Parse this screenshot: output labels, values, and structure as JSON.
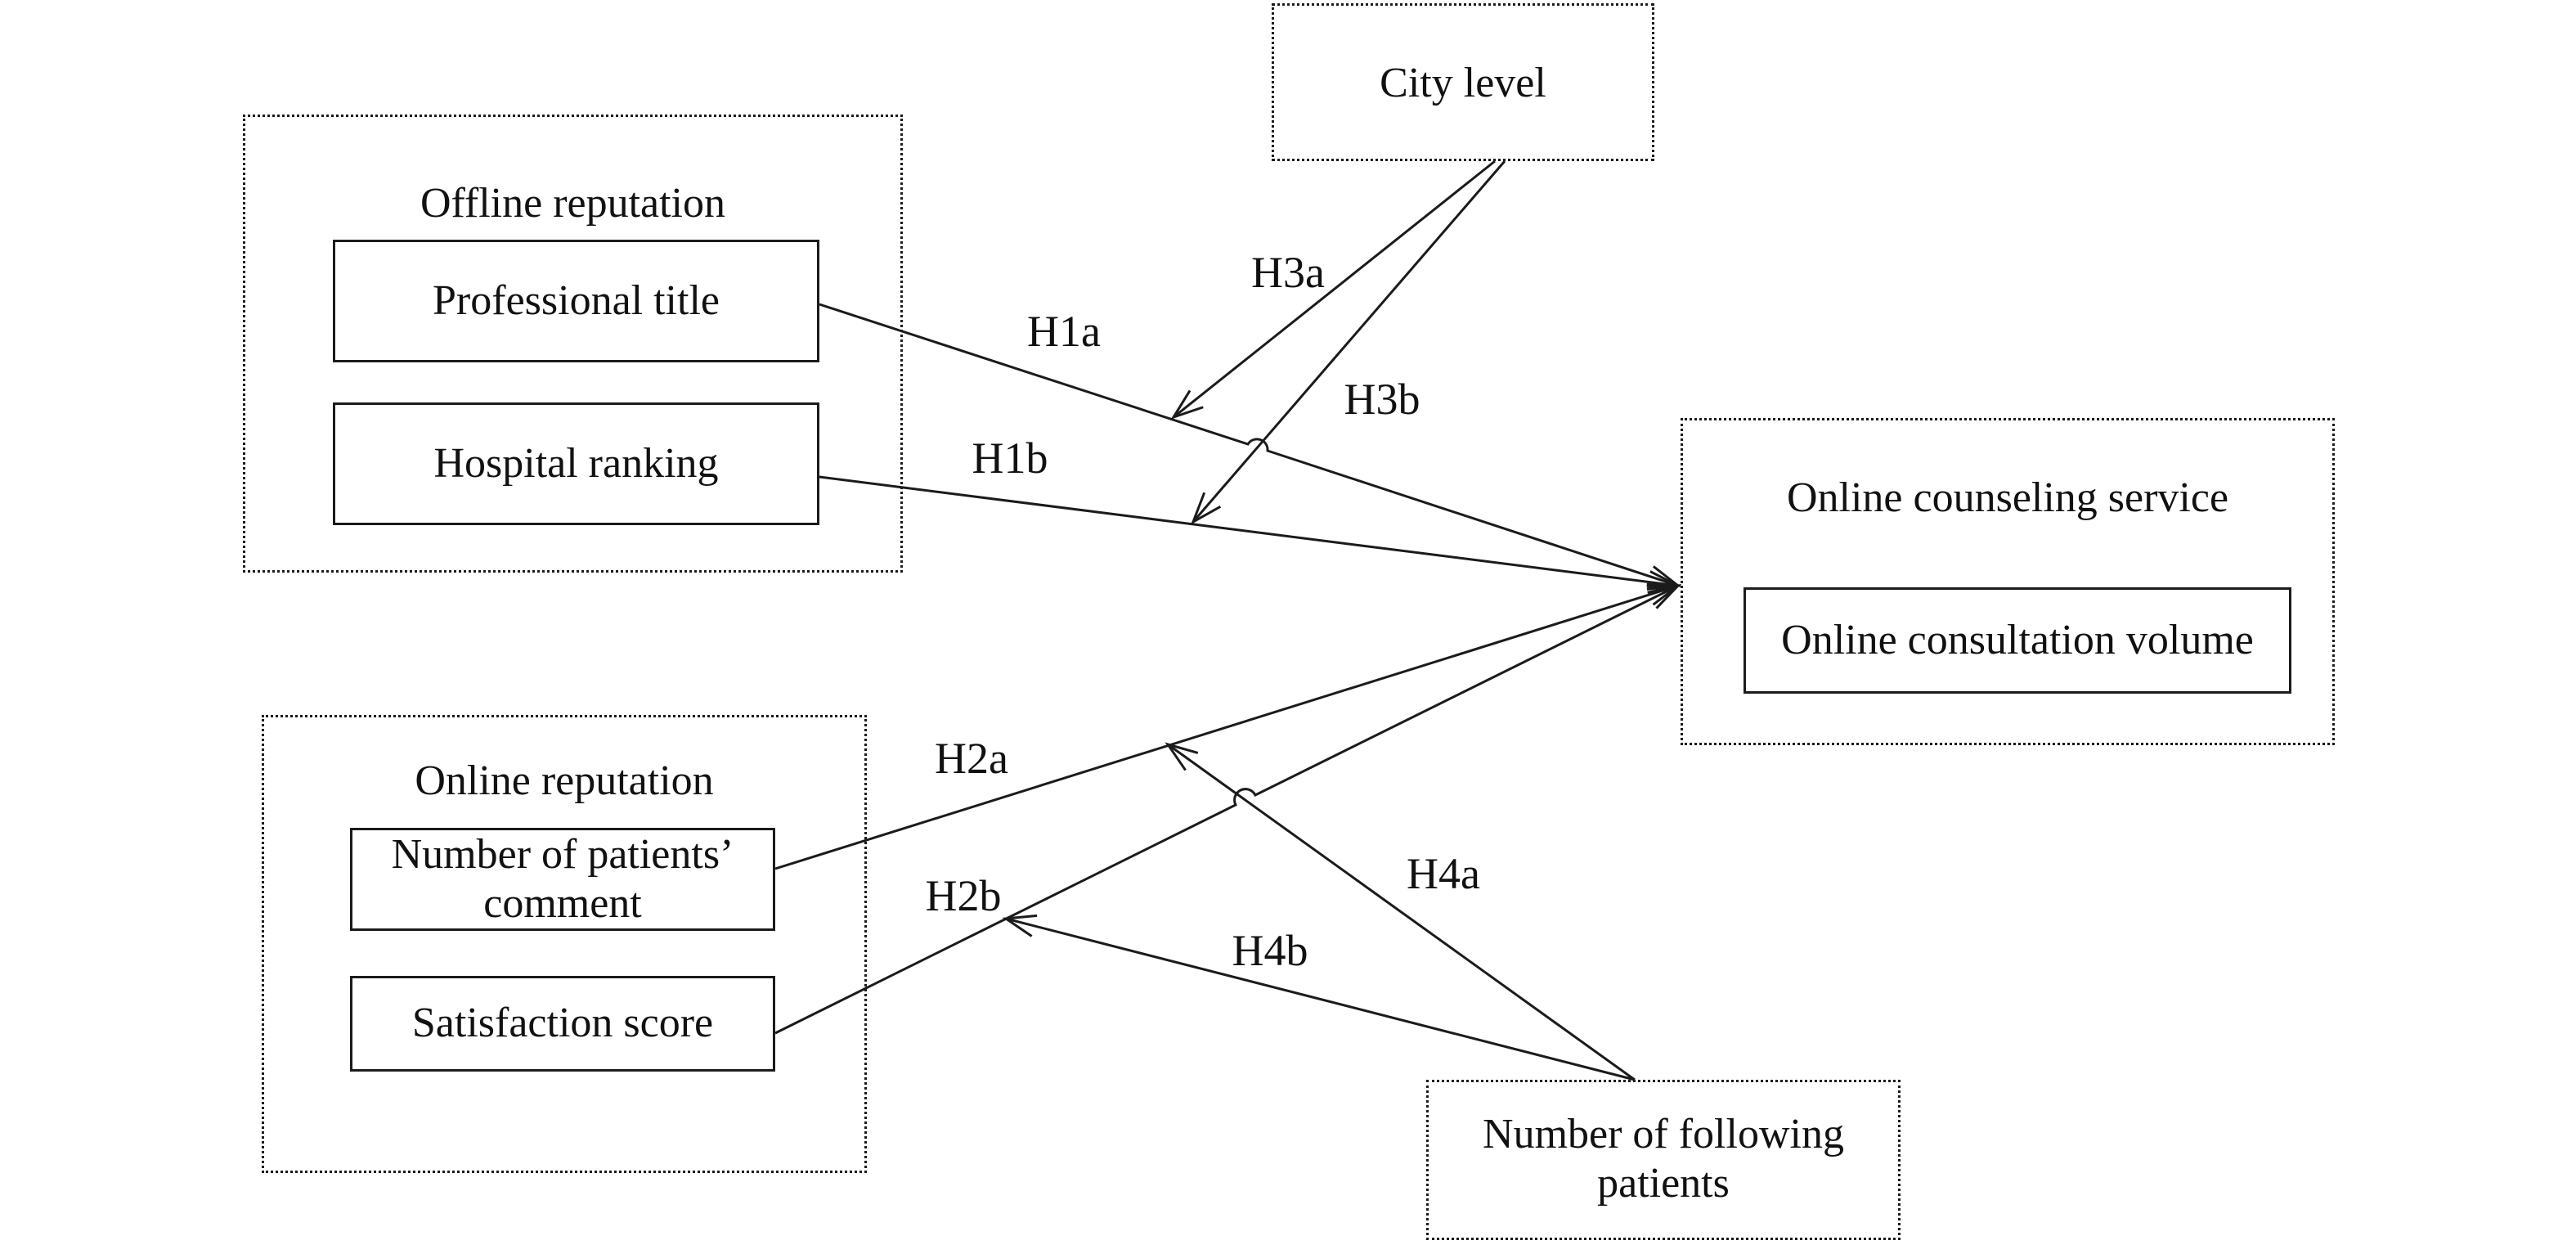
{
  "figure": {
    "type": "research-model-diagram",
    "background_color": "#ffffff",
    "line_color": "#1b1b1b"
  },
  "nodes": {
    "city_level": {
      "label": "City level"
    },
    "offline_reputation": {
      "label": "Offline reputation"
    },
    "professional_title": {
      "label": "Professional title"
    },
    "hospital_ranking": {
      "label": "Hospital ranking"
    },
    "online_reputation": {
      "label": "Online reputation"
    },
    "number_of_patients_comment": {
      "label": "Number of patients’ comment"
    },
    "satisfaction_score": {
      "label": "Satisfaction score"
    },
    "online_counseling_service": {
      "label": "Online counseling service"
    },
    "online_consultation_volume": {
      "label": "Online consultation volume"
    },
    "number_of_following_patients": {
      "label": "Number of following patients"
    }
  },
  "hypotheses": {
    "h1a": "H1a",
    "h1b": "H1b",
    "h2a": "H2a",
    "h2b": "H2b",
    "h3a": "H3a",
    "h3b": "H3b",
    "h4a": "H4a",
    "h4b": "H4b"
  },
  "edges": [
    {
      "label": "H1a",
      "from": "Professional title",
      "to": "Online counseling service"
    },
    {
      "label": "H1b",
      "from": "Hospital ranking",
      "to": "Online counseling service"
    },
    {
      "label": "H2a",
      "from": "Number of patients’ comment",
      "to": "Online counseling service"
    },
    {
      "label": "H2b",
      "from": "Satisfaction score",
      "to": "Online counseling service"
    },
    {
      "label": "H3a",
      "from": "City level",
      "moderates": "H1a"
    },
    {
      "label": "H3b",
      "from": "City level",
      "moderates": "H1b"
    },
    {
      "label": "H4a",
      "from": "Number of following patients",
      "moderates": "H2a"
    },
    {
      "label": "H4b",
      "from": "Number of following patients",
      "moderates": "H2b"
    }
  ]
}
